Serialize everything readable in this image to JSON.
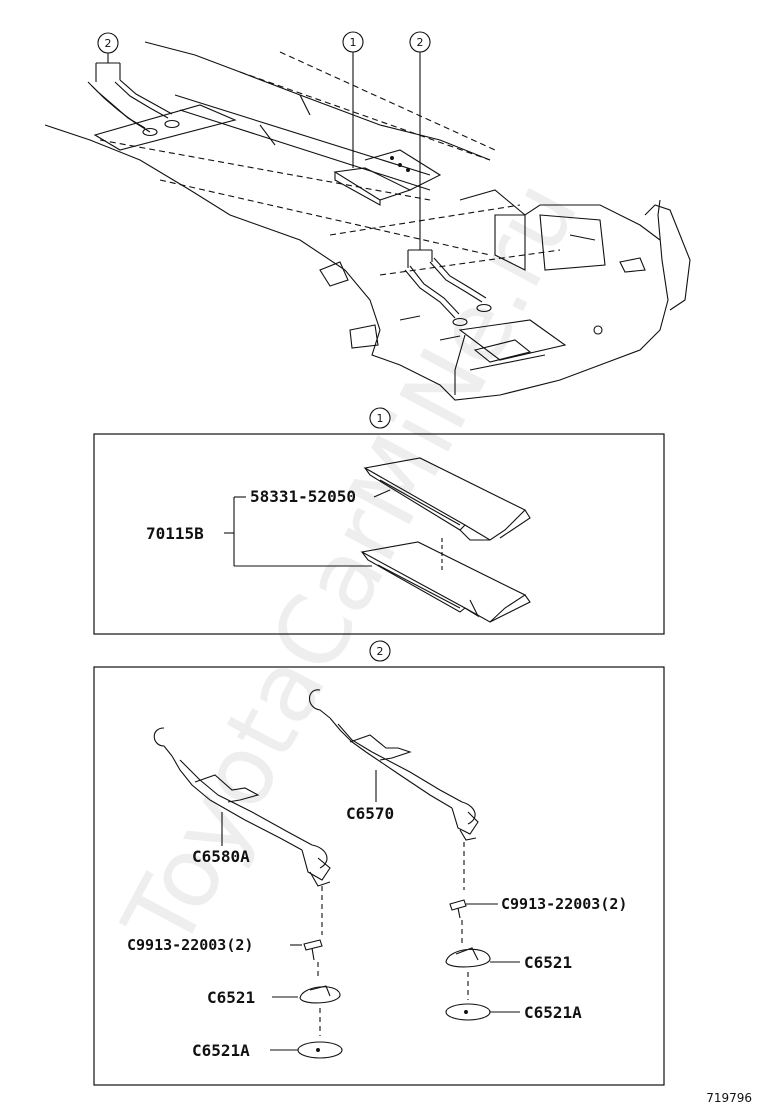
{
  "watermark": "ToyotaCarMiNe.ru",
  "reference_number": "719796",
  "callouts": {
    "floor_spare": "2",
    "floor_center": "1",
    "floor_rear": "2",
    "section1": "1",
    "section2": "2"
  },
  "section1": {
    "parts": {
      "assembly": "70115B",
      "upper_block": "58331-52050"
    }
  },
  "section2": {
    "parts": {
      "hook_left": "C6580A",
      "hook_right": "C6570",
      "screw_left": "C9913-22003(2)",
      "screw_right": "C9913-22003(2)",
      "pad_left": "C6521",
      "pad_right": "C6521",
      "plate_left": "C6521A",
      "plate_right": "C6521A"
    }
  },
  "colors": {
    "line": "#111111",
    "background": "#ffffff",
    "watermark": "#cfcfcf"
  }
}
